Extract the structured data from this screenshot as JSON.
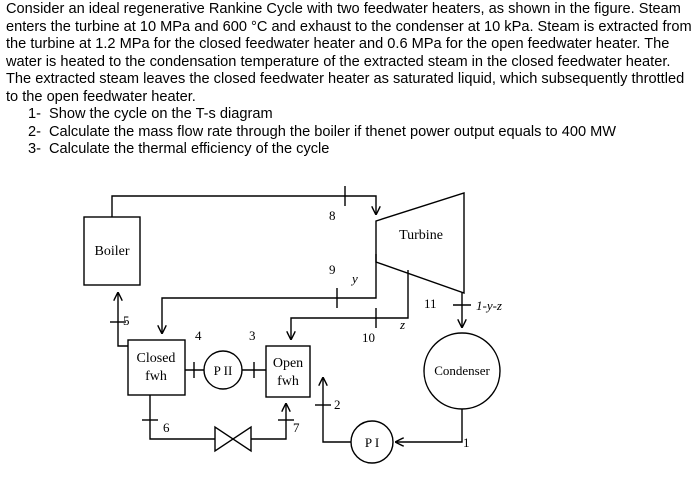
{
  "problem": {
    "statement": "Consider an ideal regenerative Rankine Cycle with two feedwater heaters, as shown in the figure. Steam enters the turbine at 10 MPa and 600 °C and exhaust to the condenser at 10 kPa. Steam is extracted from the turbine at 1.2 MPa for the closed feedwater heater and 0.6 MPa for the open feedwater heater. The water is heated to the condensation temperature of the extracted steam in the closed feedwater heater. The extracted steam leaves the closed feedwater heater as saturated liquid, which subsequently throttled to the open feedwater heater.",
    "tasks": [
      {
        "num": "1-",
        "text": "Show the cycle on the T-s diagram"
      },
      {
        "num": "2-",
        "text": "Calculate the mass flow rate through the boiler if thenet power output equals to 400 MW"
      },
      {
        "num": "3-",
        "text": "Calculate the thermal efficiency of the cycle"
      }
    ]
  },
  "diagram": {
    "components": {
      "boiler": "Boiler",
      "turbine": "Turbine",
      "condenser": "Condenser",
      "closed_fwh_line1": "Closed",
      "closed_fwh_line2": "fwh",
      "open_fwh_line1": "Open",
      "open_fwh_line2": "fwh",
      "pump_2": "P II",
      "pump_1": "P I"
    },
    "state_labels": {
      "s1": "1",
      "s2": "2",
      "s3": "3",
      "s4": "4",
      "s5": "5",
      "s6": "6",
      "s7": "7",
      "s8": "8",
      "s9": "9",
      "s10": "10",
      "s11": "11"
    },
    "fraction_labels": {
      "y": "y",
      "z": "z",
      "remainder": "1-y-z"
    }
  }
}
